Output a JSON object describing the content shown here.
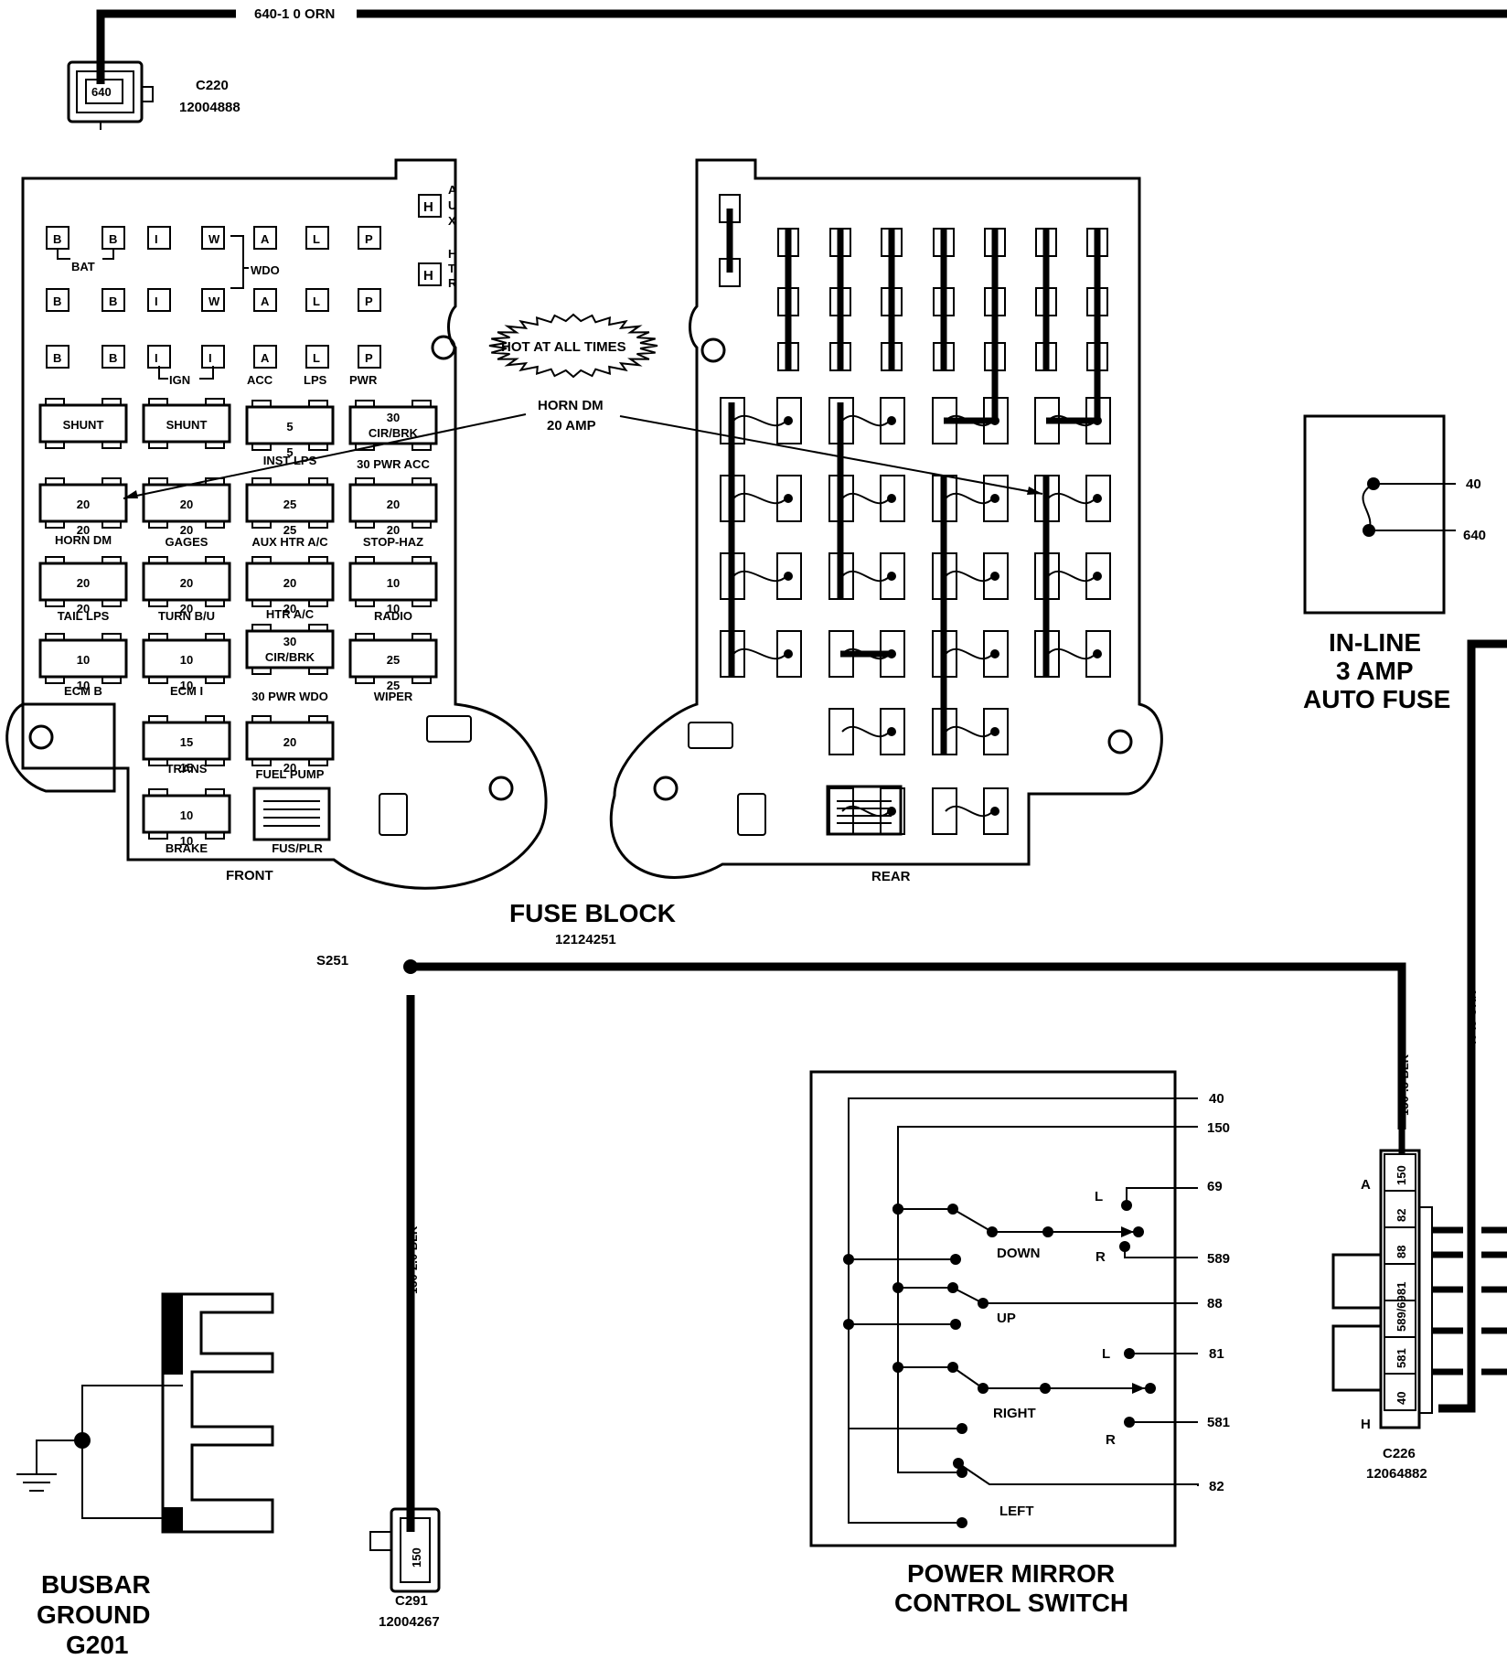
{
  "connectors": {
    "c220": {
      "pin": "640",
      "name": "C220",
      "part": "12004888"
    },
    "c291": {
      "pin": "150",
      "name": "C291",
      "part": "12004267"
    },
    "c226": {
      "name": "C226",
      "part": "12064882",
      "pin_a": "A",
      "pin_h": "H",
      "pins": [
        "150",
        "82",
        "88",
        "81",
        "589/69",
        "581",
        "40"
      ]
    }
  },
  "wires": {
    "top": "640-1 0 ORN",
    "ground_main": "150-2.0 BLK",
    "mirror_ground": "150-.5 BLK",
    "mirror_feed": "40-.5 ORN",
    "splice": "S251"
  },
  "fuse_block": {
    "title": "FUSE BLOCK",
    "part": "12124251",
    "front_label": "FRONT",
    "rear_label": "REAR",
    "hot_label": "HOT AT ALL TIMES",
    "callout_l1": "HORN DM",
    "callout_l2": "20 AMP",
    "terms_row1": [
      "B",
      "B",
      "I",
      "W",
      "A",
      "L",
      "P"
    ],
    "terms_row2": [
      "B",
      "B",
      "I",
      "W",
      "A",
      "L",
      "P"
    ],
    "terms_row3": [
      "B",
      "B",
      "I",
      "I",
      "A",
      "L",
      "P"
    ],
    "aux_letters": [
      "H",
      "A",
      "U",
      "X"
    ],
    "htr_letters": [
      "H",
      "H",
      "T",
      "R"
    ],
    "term_labels": {
      "bat": "BAT",
      "wdo": "WDO",
      "ign": "IGN",
      "acc": "ACC",
      "lps": "LPS",
      "pwr": "PWR"
    },
    "fuses": [
      {
        "value": "SHUNT",
        "sub": "",
        "label": ""
      },
      {
        "value": "SHUNT",
        "sub": "",
        "label": ""
      },
      {
        "value": "5",
        "sub": "5",
        "label": "INST LPS"
      },
      {
        "value": "30",
        "sub": "CIR/BRK",
        "label": "30 PWR ACC"
      },
      {
        "value": "20",
        "sub": "20",
        "label": "HORN DM"
      },
      {
        "value": "20",
        "sub": "20",
        "label": "GAGES"
      },
      {
        "value": "25",
        "sub": "25",
        "label": "AUX HTR A/C"
      },
      {
        "value": "20",
        "sub": "20",
        "label": "STOP-HAZ"
      },
      {
        "value": "20",
        "sub": "20",
        "label": "TAIL LPS"
      },
      {
        "value": "20",
        "sub": "20",
        "label": "TURN B/U"
      },
      {
        "value": "20",
        "sub": "20",
        "label": "HTR A/C"
      },
      {
        "value": "10",
        "sub": "10",
        "label": "RADIO"
      },
      {
        "value": "10",
        "sub": "10",
        "label": "ECM B"
      },
      {
        "value": "10",
        "sub": "10",
        "label": "ECM I"
      },
      {
        "value": "30",
        "sub": "CIR/BRK",
        "label": "30 PWR WDO"
      },
      {
        "value": "25",
        "sub": "25",
        "label": "WIPER"
      },
      {
        "value": "15",
        "sub": "15",
        "label": "TRANS"
      },
      {
        "value": "20",
        "sub": "20",
        "label": "FUEL PUMP"
      },
      {
        "value": "10",
        "sub": "10",
        "label": "BRAKE"
      },
      {
        "value": "",
        "sub": "",
        "label": "FUS/PLR"
      }
    ]
  },
  "inline_fuse": {
    "pin_top": "40",
    "pin_bottom": "640",
    "label_l1": "IN-LINE",
    "label_l2": "3 AMP",
    "label_l3": "AUTO FUSE"
  },
  "mirror_switch": {
    "title_l1": "POWER MIRROR",
    "title_l2": "CONTROL SWITCH",
    "pins": [
      "40",
      "150",
      "69",
      "589",
      "88",
      "81",
      "581",
      "82"
    ],
    "positions": {
      "down": "DOWN",
      "up": "UP",
      "right": "RIGHT",
      "left": "LEFT"
    },
    "l1": "L",
    "r1": "R",
    "l2": "L",
    "r2": "R"
  },
  "ground": {
    "l1": "BUSBAR",
    "l2": "GROUND",
    "l3": "G201"
  }
}
